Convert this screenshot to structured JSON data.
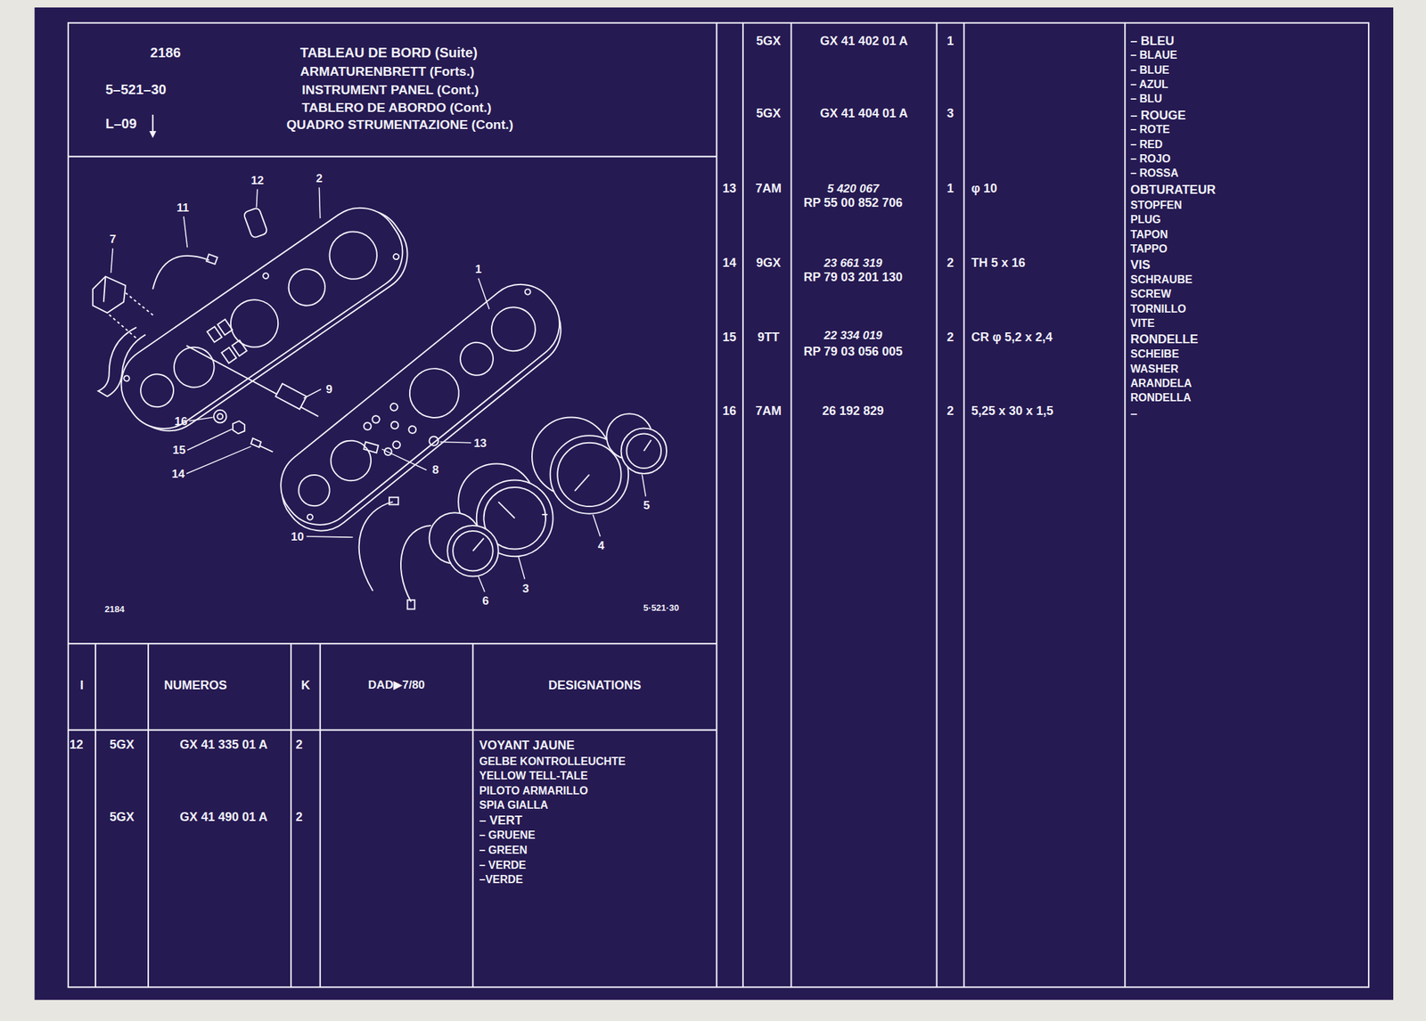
{
  "diagram": {
    "title": "TABLEAU DE BORD (Suite)",
    "labels": [
      "2186",
      "5–521–30",
      "L–09",
      "ARMATURENBRETT (Forts.)",
      "INSTRUMENT PANEL (Cont.)",
      "TABLERO DE ABORDO (Cont.)",
      "QUADRO STRUMENTAZIONE (Cont.)",
      "12",
      "2",
      "11",
      "7",
      "1",
      "9",
      "16",
      "15",
      "14",
      "13",
      "8",
      "10",
      "5",
      "4",
      "6",
      "3",
      "2184",
      "5·521·30",
      "I",
      "NUMEROS",
      "K",
      "DAD▶7/80",
      "DESIGNATIONS",
      "12",
      "5GX",
      "GX 41 335 01 A",
      "2",
      "VOYANT JAUNE",
      "GELBE KONTROLLEUCHTE",
      "YELLOW TELL-TALE",
      "PILOTO ARMARILLO",
      "SPIA GIALLA",
      "– VERT",
      "– GRUENE",
      "– GREEN",
      "– VERDE",
      "–VERDE",
      "5GX",
      "GX 41 490 01 A",
      "2",
      "5GX",
      "GX 41 402 01 A",
      "1",
      "– BLEU",
      "– BLAUE",
      "– BLUE",
      "– AZUL",
      "– BLU",
      "5GX",
      "GX 41 404 01 A",
      "3",
      "– ROUGE",
      "– ROTE",
      "– RED",
      "– ROJO",
      "– ROSSA",
      "13",
      "7AM",
      "5 420 067",
      "RP 55 00 852 706",
      "1",
      "φ 10",
      "OBTURATEUR",
      "STOPFEN",
      "PLUG",
      "TAPON",
      "TAPPO",
      "14",
      "9GX",
      "23 661 319",
      "RP 79 03 201 130",
      "2",
      "TH 5 x 16",
      "VIS",
      "SCHRAUBE",
      "SCREW",
      "TORNILLO",
      "VITE",
      "15",
      "9TT",
      "22 334 019",
      "RP 79 03 056 005",
      "2",
      "CR φ 5,2 x 2,4",
      "RONDELLE",
      "SCHEIBE",
      "WASHER",
      "ARANDELA",
      "RONDELLA",
      "16",
      "7AM",
      "26 192 829",
      "2",
      "5,25 x 30 x 1,5",
      "–"
    ]
  }
}
